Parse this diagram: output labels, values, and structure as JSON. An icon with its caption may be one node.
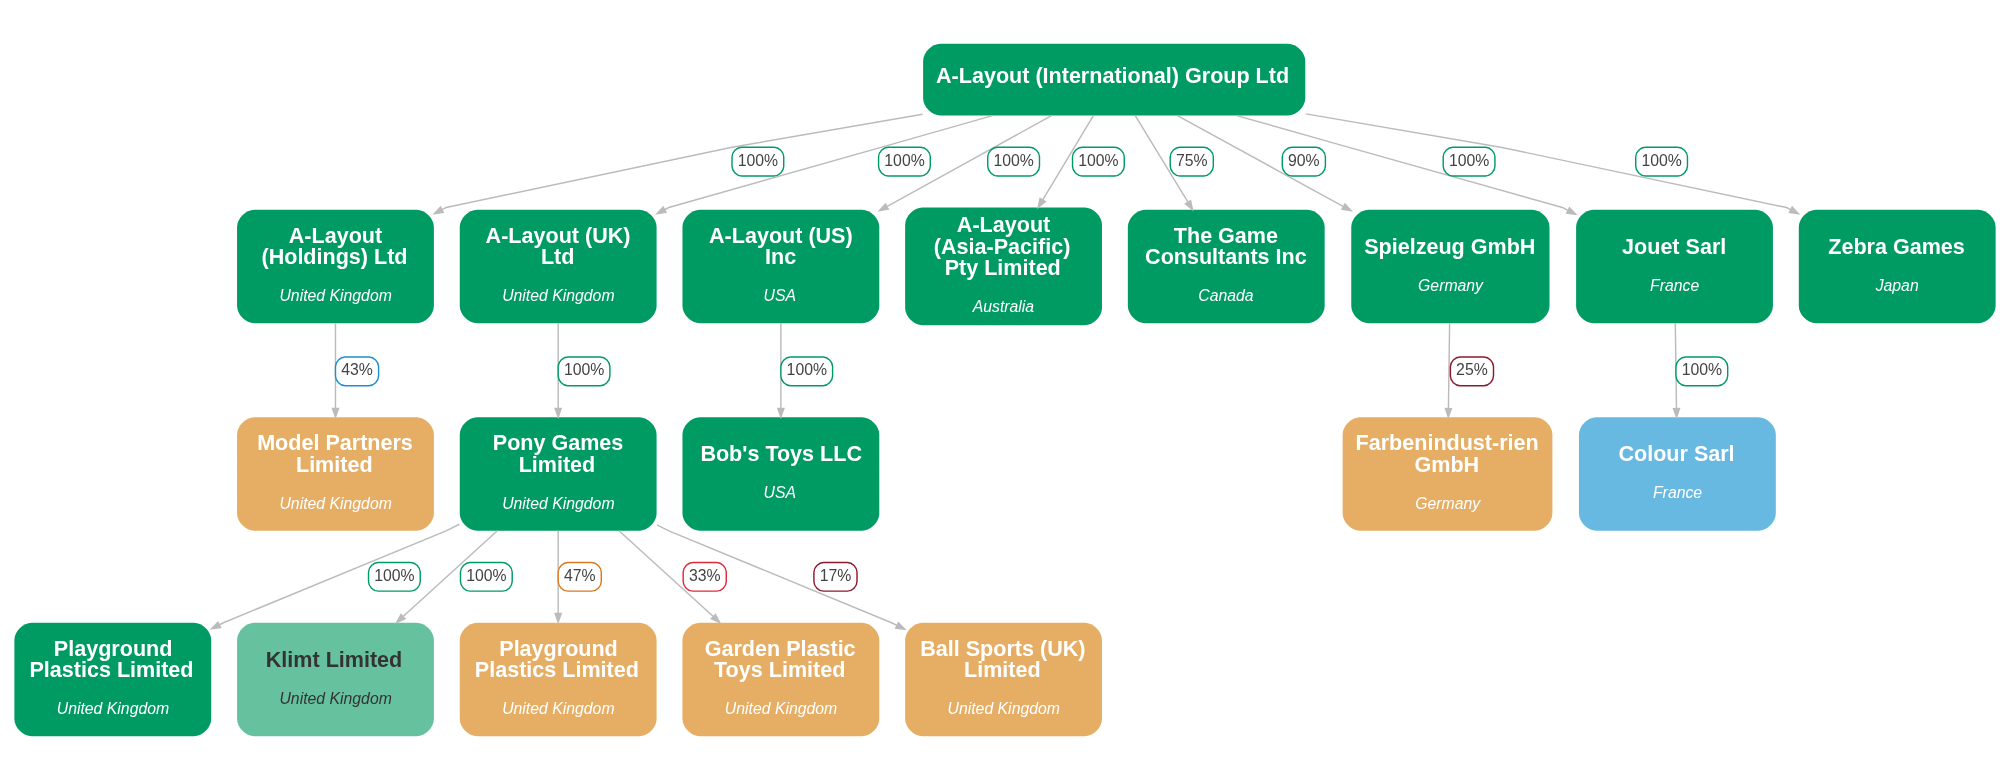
{
  "diagram": {
    "nodes": [
      {
        "text": [
          "A-Layout (International) Group Ltd"
        ]
      },
      {
        "text": [
          "A-Layout (Holdings) Ltd",
          "United Kingdom"
        ]
      },
      {
        "text": [
          "A-Layout (UK) Ltd",
          "United Kingdom"
        ]
      },
      {
        "text": [
          "A-Layout (US) Inc",
          "USA"
        ]
      },
      {
        "text": [
          "A-Layout (Asia-Pacific) Pty Limited",
          "Australia"
        ]
      },
      {
        "text": [
          "The Game Consultants Inc",
          "Canada"
        ]
      },
      {
        "text": [
          "Spielzeug GmbH",
          "Germany"
        ]
      },
      {
        "text": [
          "Jouet Sarl",
          "France"
        ]
      },
      {
        "text": [
          "Zebra Games",
          "Japan"
        ]
      },
      {
        "text": [
          "Model Partners Limited",
          "United Kingdom"
        ]
      },
      {
        "text": [
          "Pony Games Limited",
          "United Kingdom"
        ]
      },
      {
        "text": [
          "Bob's Toys LLC",
          "USA"
        ]
      },
      {
        "text": [
          "Farbenindust-rien GmbH",
          "Germany"
        ]
      },
      {
        "text": [
          "Colour Sarl",
          "France"
        ]
      },
      {
        "text": [
          "Playground Plastics Limited",
          "United Kingdom"
        ]
      },
      {
        "text": [
          "Klimt Limited",
          "United Kingdom"
        ]
      },
      {
        "text": [
          "Playground Plastics Limited",
          "United Kingdom"
        ]
      },
      {
        "text": [
          "Garden Plastic Toys Limited",
          "United Kingdom"
        ]
      },
      {
        "text": [
          "Ball Sports (UK) Limited",
          "United Kingdom"
        ]
      }
    ],
    "edges": [
      {
        "from": 0,
        "to": 1,
        "arrow": "to",
        "label": "100%"
      },
      {
        "from": 0,
        "to": 2,
        "arrow": "to",
        "label": "100%"
      },
      {
        "from": 0,
        "to": 3,
        "arrow": "to",
        "label": "100%"
      },
      {
        "from": 0,
        "to": 4,
        "arrow": "to",
        "label": "100%"
      },
      {
        "from": 0,
        "to": 5,
        "arrow": "to",
        "label": "75%"
      },
      {
        "from": 0,
        "to": 6,
        "arrow": "to",
        "label": "90%"
      },
      {
        "from": 0,
        "to": 7,
        "arrow": "to",
        "label": "100%"
      },
      {
        "from": 0,
        "to": 8,
        "arrow": "to",
        "label": "100%"
      },
      {
        "from": 1,
        "to": 9,
        "arrow": "to",
        "label": "43%"
      },
      {
        "from": 2,
        "to": 10,
        "arrow": "to",
        "label": "100%"
      },
      {
        "from": 3,
        "to": 11,
        "arrow": "to",
        "label": "100%"
      },
      {
        "from": 6,
        "to": 12,
        "arrow": "to",
        "label": "25%"
      },
      {
        "from": 7,
        "to": 13,
        "arrow": "to",
        "label": "100%"
      },
      {
        "from": 10,
        "to": 14,
        "arrow": "to",
        "label": "100%"
      },
      {
        "from": 10,
        "to": 15,
        "arrow": "to",
        "label": "100%"
      },
      {
        "from": 10,
        "to": 16,
        "arrow": "to",
        "label": "47%"
      },
      {
        "from": 10,
        "to": 17,
        "arrow": "to",
        "label": "33%"
      },
      {
        "from": 10,
        "to": 18,
        "arrow": "to",
        "label": "17%"
      }
    ]
  }
}
